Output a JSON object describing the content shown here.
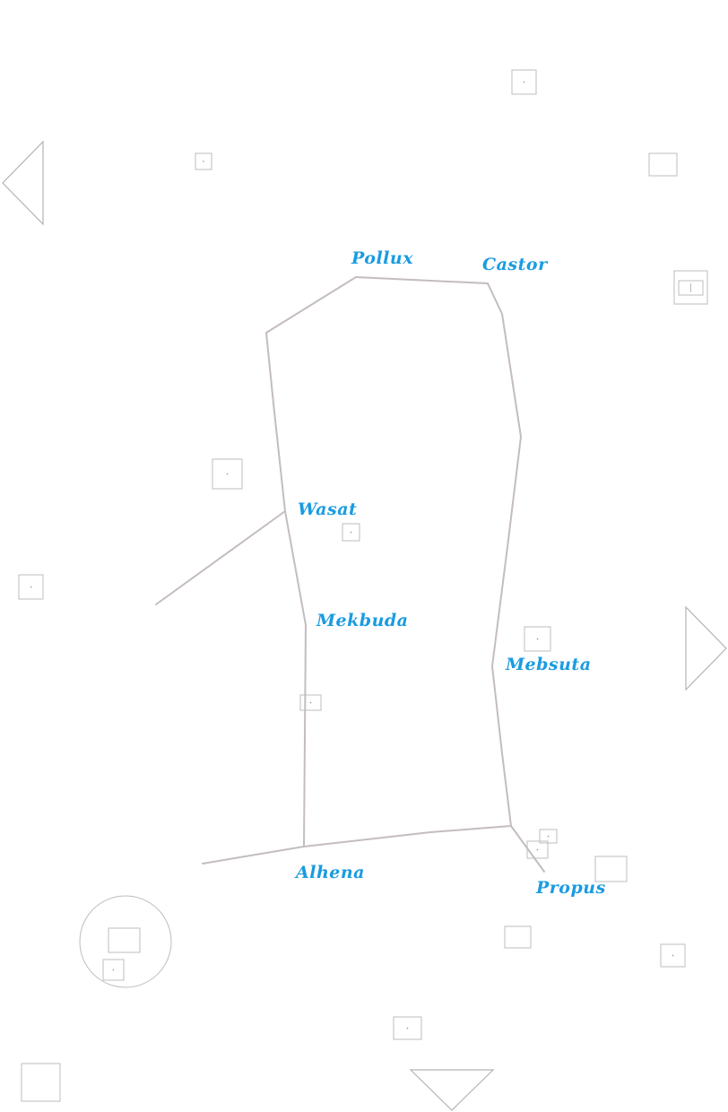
{
  "colors": {
    "label": "#1a9be0",
    "line": "#c4bcc2",
    "frame": "#bdbdbd"
  },
  "stars": [
    {
      "id": "pollux",
      "name": "Pollux"
    },
    {
      "id": "castor",
      "name": "Castor"
    },
    {
      "id": "wasat",
      "name": "Wasat"
    },
    {
      "id": "mekbuda",
      "name": "Mekbuda"
    },
    {
      "id": "mebsuta",
      "name": "Mebsuta"
    },
    {
      "id": "alhena",
      "name": "Alhena"
    },
    {
      "id": "propus",
      "name": "Propus"
    }
  ],
  "pan_controls": [
    {
      "id": "pan-left",
      "icon": "triangle-left-icon"
    },
    {
      "id": "pan-right",
      "icon": "triangle-right-icon"
    },
    {
      "id": "pan-down",
      "icon": "triangle-down-icon"
    }
  ]
}
